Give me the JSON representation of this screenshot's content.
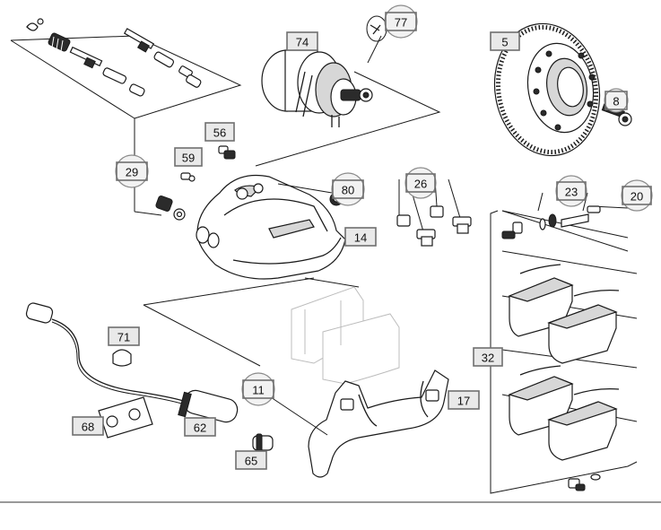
{
  "diagram": {
    "labels": [
      {
        "id": "77",
        "style": "circled"
      },
      {
        "id": "74",
        "style": "box"
      },
      {
        "id": "5",
        "style": "box"
      },
      {
        "id": "8",
        "style": "circled"
      },
      {
        "id": "56",
        "style": "box"
      },
      {
        "id": "59",
        "style": "box"
      },
      {
        "id": "29",
        "style": "circled"
      },
      {
        "id": "80",
        "style": "circled"
      },
      {
        "id": "26",
        "style": "circled"
      },
      {
        "id": "23",
        "style": "circled"
      },
      {
        "id": "20",
        "style": "circled"
      },
      {
        "id": "14",
        "style": "box"
      },
      {
        "id": "71",
        "style": "box"
      },
      {
        "id": "32",
        "style": "box"
      },
      {
        "id": "11",
        "style": "circled"
      },
      {
        "id": "17",
        "style": "box"
      },
      {
        "id": "68",
        "style": "box"
      },
      {
        "id": "62",
        "style": "box"
      },
      {
        "id": "65",
        "style": "box"
      }
    ]
  }
}
